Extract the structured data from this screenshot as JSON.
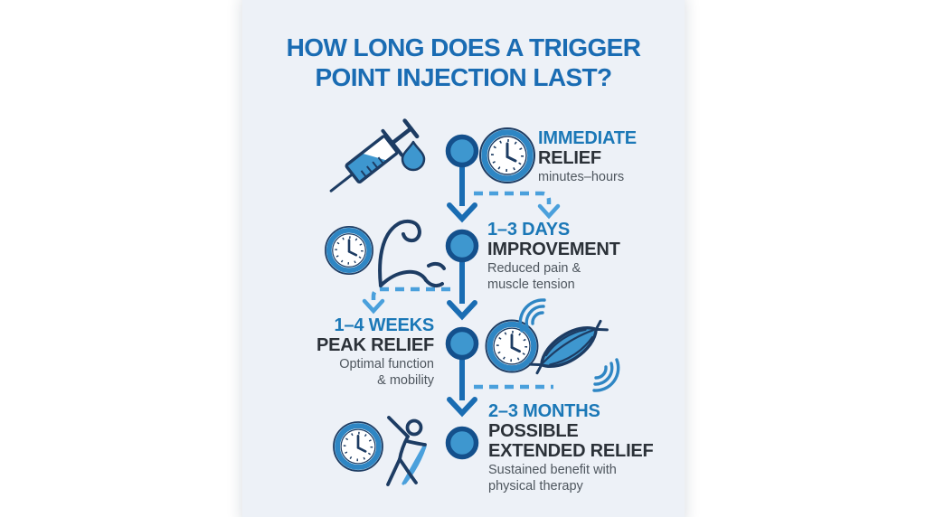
{
  "title": {
    "line1": "HOW LONG DOES A TRIGGER",
    "line2": "POINT INJECTION LAST?"
  },
  "steps": [
    {
      "period": "IMMEDIATE",
      "heading": "RELIEF",
      "desc": "minutes–hours",
      "icons": [
        "syringe-icon",
        "droplet-icon",
        "clock-icon"
      ]
    },
    {
      "period": "1–3 DAYS",
      "heading": "IMPROVEMENT",
      "desc": "Reduced pain &\nmuscle tension",
      "icons": [
        "clock-icon",
        "bicep-icon"
      ]
    },
    {
      "period": "1–4 WEEKS",
      "heading": "PEAK RELIEF",
      "desc": "Optimal function\n& mobility",
      "icons": [
        "clock-icon",
        "muscle-icon"
      ]
    },
    {
      "period": "2–3 MONTHS",
      "heading": "POSSIBLE\nEXTENDED RELIEF",
      "desc": "Sustained benefit with\nphysical therapy",
      "icons": [
        "clock-icon",
        "stretching-person-icon"
      ]
    }
  ],
  "colors": {
    "background": "#ffffff",
    "card": "#edf1f7",
    "title_blue": "#1a6cb3",
    "period_blue": "#1b78b7",
    "heading_dark": "#2b3138",
    "desc_gray": "#4e565e",
    "timeline_blue": "#1a6db3",
    "node_fill": "#3e97cf",
    "node_border": "#14508c",
    "dashed_blue": "#4aa0dc",
    "icon_navy": "#1d3c63",
    "icon_blue": "#3e97cf",
    "clock_ring_blue": "#2e86c4"
  }
}
